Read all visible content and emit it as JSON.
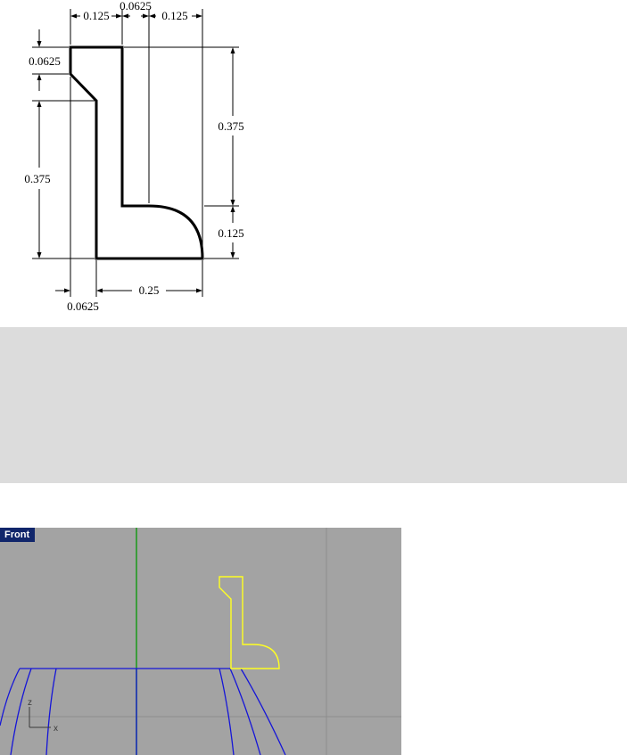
{
  "drawing": {
    "dims": {
      "top_left_width": "0.125",
      "top_gap": "0.0625",
      "top_right_width": "0.125",
      "left_notch_height": "0.0625",
      "left_height": "0.375",
      "right_upper_height": "0.375",
      "right_lower_height": "0.125",
      "bottom_left_offset": "0.0625",
      "bottom_width": "0.25"
    }
  },
  "viewport": {
    "label": "Front",
    "axis_z": "z",
    "axis_x": "x",
    "colors": {
      "background": "#a3a3a3",
      "grid": "#8e8e8e",
      "green_axis": "#1a9a1a",
      "curve": "#1515d8",
      "profile": "#ffff22",
      "label_bg": "#11266b"
    }
  }
}
